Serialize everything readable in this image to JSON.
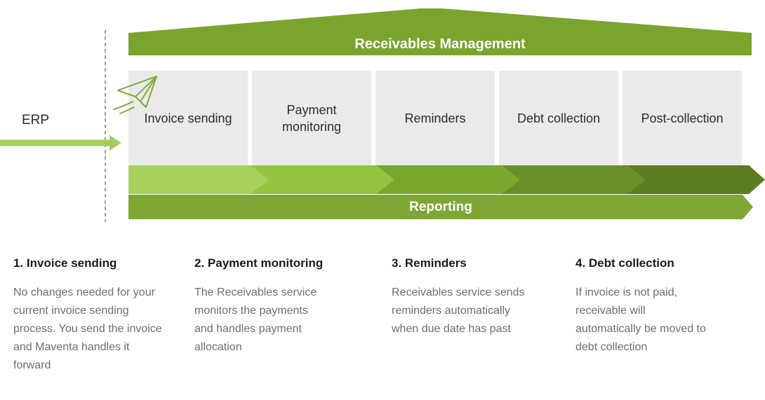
{
  "diagram": {
    "erp_label": "ERP",
    "banner_title": "Receivables Management",
    "stages": [
      {
        "label": "Invoice sending",
        "icon": "paper-plane"
      },
      {
        "label": "Payment monitoring"
      },
      {
        "label": "Reminders"
      },
      {
        "label": "Debt collection"
      },
      {
        "label": "Post-collection"
      }
    ],
    "reporting_label": "Reporting"
  },
  "notes": [
    {
      "title": "1. Invoice sending",
      "body": "No changes needed for your\ncurrent invoice sending\nprocess. You send the invoice\nand Maventa handles it\nforward"
    },
    {
      "title": "2. Payment monitoring",
      "body": "The Receivables service\nmonitors the payments\nand handles payment\nallocation"
    },
    {
      "title": "3. Reminders",
      "body": "Receivables service sends\nreminders automatically\nwhen due date has past"
    },
    {
      "title": "4. Debt collection",
      "body": "If invoice is not paid,\nreceivable will\nautomatically be moved to\ndebt collection"
    }
  ],
  "colors": {
    "banner": "#7aa42e",
    "reporting": "#7ea733",
    "erp_arrow": "#a5cd5b",
    "chevrons": [
      "#a6d15c",
      "#93c63e",
      "#7aa82e",
      "#6b8f28",
      "#5d7d22"
    ],
    "stage_box": "#eaeaea",
    "plane_stroke": "#7fad3a"
  }
}
